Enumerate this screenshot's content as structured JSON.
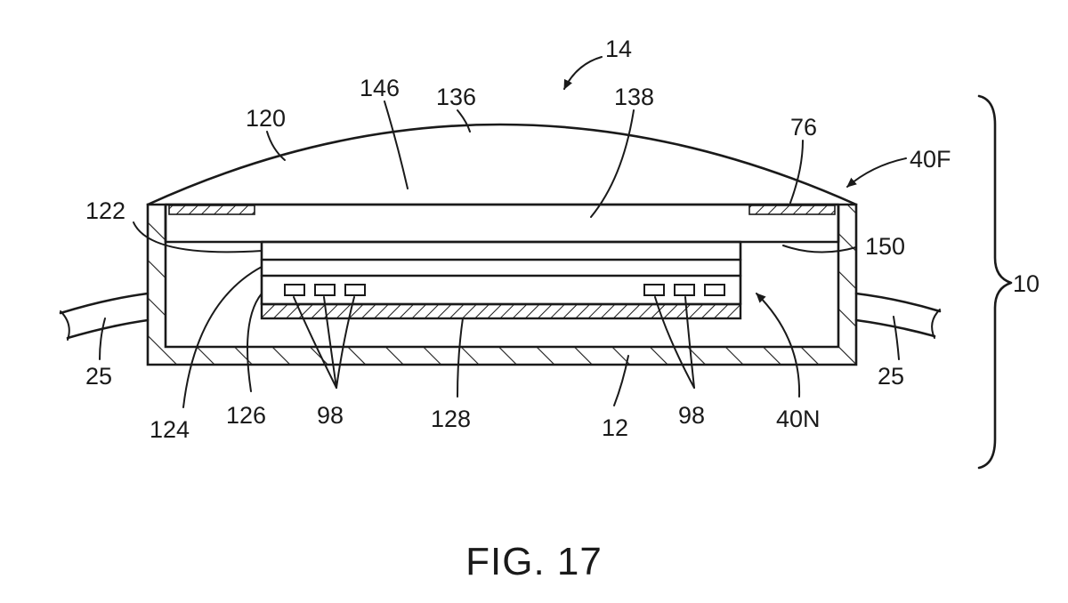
{
  "figure": {
    "caption": "FIG. 17",
    "labels": {
      "l14": "14",
      "l136": "136",
      "l120": "120",
      "l146": "146",
      "l138": "138",
      "l76": "76",
      "l40F": "40F",
      "l122": "122",
      "l150": "150",
      "l10": "10",
      "l25_left": "25",
      "l25_right": "25",
      "l124": "124",
      "l126": "126",
      "l98_left": "98",
      "l128": "128",
      "l12": "12",
      "l98_right": "98",
      "l40N": "40N"
    }
  }
}
